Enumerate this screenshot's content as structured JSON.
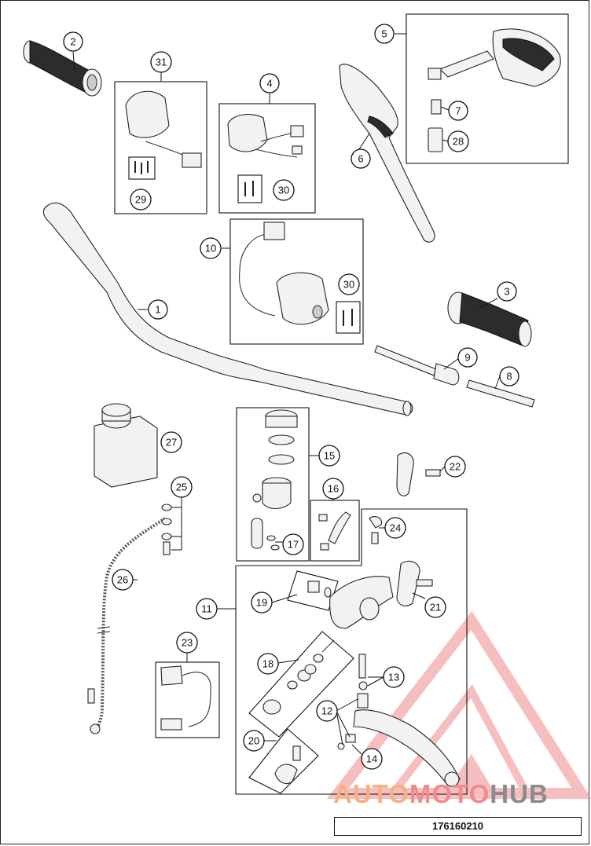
{
  "diagram": {
    "part_number": "176160210",
    "watermark": {
      "part1": "AUTO",
      "part2": "MOTO",
      "part3": "HUB"
    },
    "callouts": {
      "c1": "1",
      "c2": "2",
      "c3": "3",
      "c4": "4",
      "c5": "5",
      "c6": "6",
      "c7": "7",
      "c8": "8",
      "c9": "9",
      "c10": "10",
      "c11": "11",
      "c12": "12",
      "c13": "13",
      "c14": "14",
      "c15": "15",
      "c16": "16",
      "c17": "17",
      "c18": "18",
      "c19": "19",
      "c20": "20",
      "c21": "21",
      "c22": "22",
      "c23": "23",
      "c24": "24",
      "c25": "25",
      "c26": "26",
      "c27": "27",
      "c28": "28",
      "c29": "29",
      "c30a": "30",
      "c30b": "30",
      "c31": "31"
    }
  }
}
